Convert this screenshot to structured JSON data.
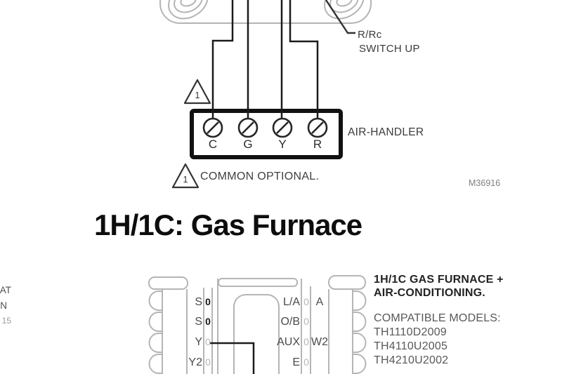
{
  "colors": {
    "diagram_gray": "#b5b5b5",
    "thermostat_gray": "#b4b4b4",
    "wire_black": "#1b1b1b",
    "block_black": "#111111",
    "label_dark": "#3a3a3a",
    "muted_gray": "#585858"
  },
  "top_diagram": {
    "switch_callout_line1": "R/Rc",
    "switch_callout_line2": "SWITCH UP",
    "device_label": "AIR-HANDLER",
    "note_marker": "1",
    "terminals": [
      "C",
      "G",
      "Y",
      "R"
    ],
    "footnote": {
      "marker": "1",
      "text": "COMMON OPTIONAL."
    },
    "doc_code": "M36916"
  },
  "heading": "1H/1C: Gas Furnace",
  "bottom_diagram": {
    "left_terminals": [
      {
        "label": "S",
        "hole": "0"
      },
      {
        "label": "S",
        "hole": "0"
      },
      {
        "label": "Y",
        "hole": "0"
      },
      {
        "label": "Y2",
        "hole": "0"
      }
    ],
    "right_terminals": [
      {
        "label": "L/A",
        "hole": "0",
        "outer": "A"
      },
      {
        "label": "O/B",
        "hole": "0",
        "outer": ""
      },
      {
        "label": "AUX",
        "hole": "0",
        "outer": "W2"
      },
      {
        "label": "E",
        "hole": "0",
        "outer": ""
      }
    ]
  },
  "side_panel": {
    "title_line1": "1H/1C GAS FURNACE +",
    "title_line2": "AIR-CONDITIONING.",
    "models_heading": "COMPATIBLE MODELS:",
    "models": [
      "TH1110D2009",
      "TH4110U2005",
      "TH4210U2002"
    ]
  },
  "left_edge_fragments": [
    "AT",
    "N",
    "15"
  ]
}
